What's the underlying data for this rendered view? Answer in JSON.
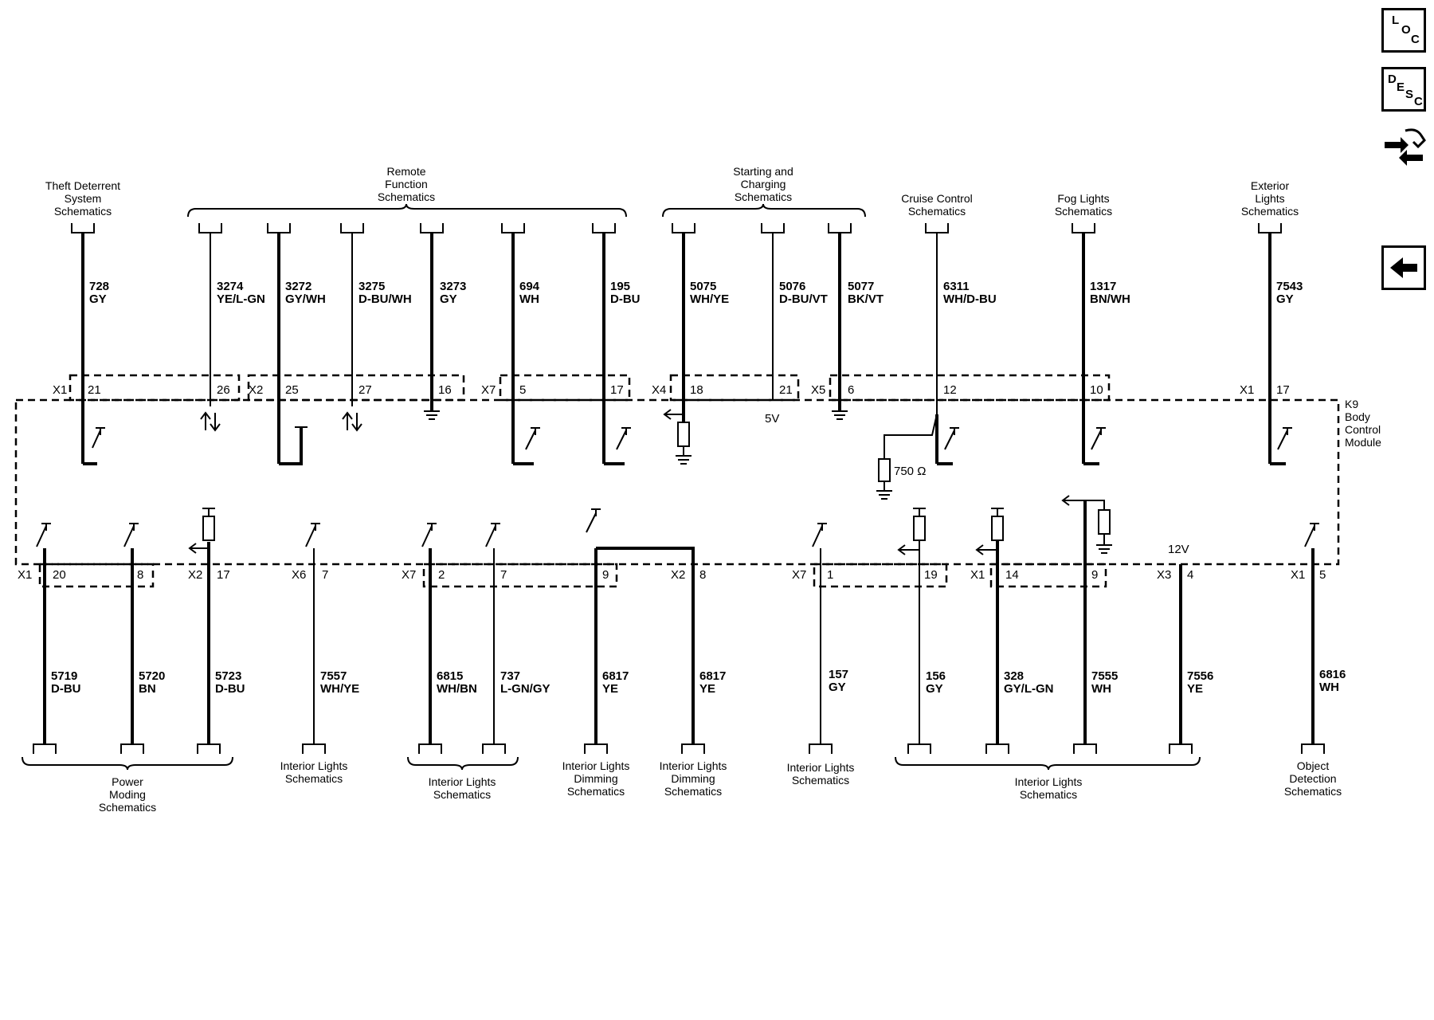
{
  "module": {
    "line1": "K9",
    "line2": "Body",
    "line3": "Control",
    "line4": "Module"
  },
  "sidebar": {
    "loc": [
      "L",
      "O",
      "C"
    ],
    "desc": [
      "D",
      "E",
      "S",
      "C"
    ],
    "icons": [
      "connector-tool-icon",
      "back-arrow-icon"
    ]
  },
  "top_groups": [
    {
      "lines": [
        "Theft Deterrent",
        "System",
        "Schematics"
      ]
    },
    {
      "lines": [
        "Remote",
        "Function",
        "Schematics"
      ]
    },
    {
      "lines": [
        "Starting and",
        "Charging",
        "Schematics"
      ]
    },
    {
      "lines": [
        "Cruise Control",
        "Schematics"
      ]
    },
    {
      "lines": [
        "Fog Lights",
        "Schematics"
      ]
    },
    {
      "lines": [
        "Exterior",
        "Lights",
        "Schematics"
      ]
    }
  ],
  "top_wires": [
    {
      "circuit": "728",
      "color": "GY",
      "connector": "X1",
      "pin": "21"
    },
    {
      "circuit": "3274",
      "color": "YE/L-GN",
      "connector": "",
      "pin": "26"
    },
    {
      "circuit": "3272",
      "color": "GY/WH",
      "connector": "X2",
      "pin": "25"
    },
    {
      "circuit": "3275",
      "color": "D-BU/WH",
      "connector": "",
      "pin": "27"
    },
    {
      "circuit": "3273",
      "color": "GY",
      "connector": "",
      "pin": "16"
    },
    {
      "circuit": "694",
      "color": "WH",
      "connector": "X7",
      "pin": "5"
    },
    {
      "circuit": "195",
      "color": "D-BU",
      "connector": "",
      "pin": "17"
    },
    {
      "circuit": "5075",
      "color": "WH/YE",
      "connector": "X4",
      "pin": "18"
    },
    {
      "circuit": "5076",
      "color": "D-BU/VT",
      "connector": "",
      "pin": "21"
    },
    {
      "circuit": "5077",
      "color": "BK/VT",
      "connector": "X5",
      "pin": "6"
    },
    {
      "circuit": "6311",
      "color": "WH/D-BU",
      "connector": "",
      "pin": "12"
    },
    {
      "circuit": "1317",
      "color": "BN/WH",
      "connector": "",
      "pin": "10"
    },
    {
      "circuit": "7543",
      "color": "GY",
      "connector": "X1",
      "pin": "17"
    }
  ],
  "bottom_wires": [
    {
      "circuit": "5719",
      "color": "D-BU",
      "connector": "X1",
      "pin": "20"
    },
    {
      "circuit": "5720",
      "color": "BN",
      "connector": "",
      "pin": "8"
    },
    {
      "circuit": "5723",
      "color": "D-BU",
      "connector": "X2",
      "pin": "17"
    },
    {
      "circuit": "7557",
      "color": "WH/YE",
      "connector": "X6",
      "pin": "7"
    },
    {
      "circuit": "6815",
      "color": "WH/BN",
      "connector": "X7",
      "pin": "2"
    },
    {
      "circuit": "737",
      "color": "L-GN/GY",
      "connector": "",
      "pin": "7"
    },
    {
      "circuit": "6817",
      "color": "YE",
      "connector": "",
      "pin": "9"
    },
    {
      "circuit": "6817",
      "color": "YE",
      "connector": "X2",
      "pin": "8"
    },
    {
      "circuit": "157",
      "color": "GY",
      "connector": "X7",
      "pin": "1"
    },
    {
      "circuit": "156",
      "color": "GY",
      "connector": "",
      "pin": "19"
    },
    {
      "circuit": "328",
      "color": "GY/L-GN",
      "connector": "X1",
      "pin": "14"
    },
    {
      "circuit": "7555",
      "color": "WH",
      "connector": "",
      "pin": "9"
    },
    {
      "circuit": "7556",
      "color": "YE",
      "connector": "X3",
      "pin": "4"
    },
    {
      "circuit": "6816",
      "color": "WH",
      "connector": "X1",
      "pin": "5"
    }
  ],
  "bottom_groups": [
    {
      "lines": [
        "Power",
        "Moding",
        "Schematics"
      ]
    },
    {
      "lines": [
        "Interior Lights",
        "Schematics"
      ]
    },
    {
      "lines": [
        "Interior Lights",
        "Schematics"
      ]
    },
    {
      "lines": [
        "Interior Lights",
        "Dimming",
        "Schematics"
      ]
    },
    {
      "lines": [
        "Interior Lights",
        "Dimming",
        "Schematics"
      ]
    },
    {
      "lines": [
        "Interior Lights",
        "Schematics"
      ]
    },
    {
      "lines": [
        "Interior Lights",
        "Schematics"
      ]
    },
    {
      "lines": [
        "Object",
        "Detection",
        "Schematics"
      ]
    }
  ],
  "internal_labels": {
    "v5": "5V",
    "v12": "12V",
    "resistor": "750 Ω"
  }
}
